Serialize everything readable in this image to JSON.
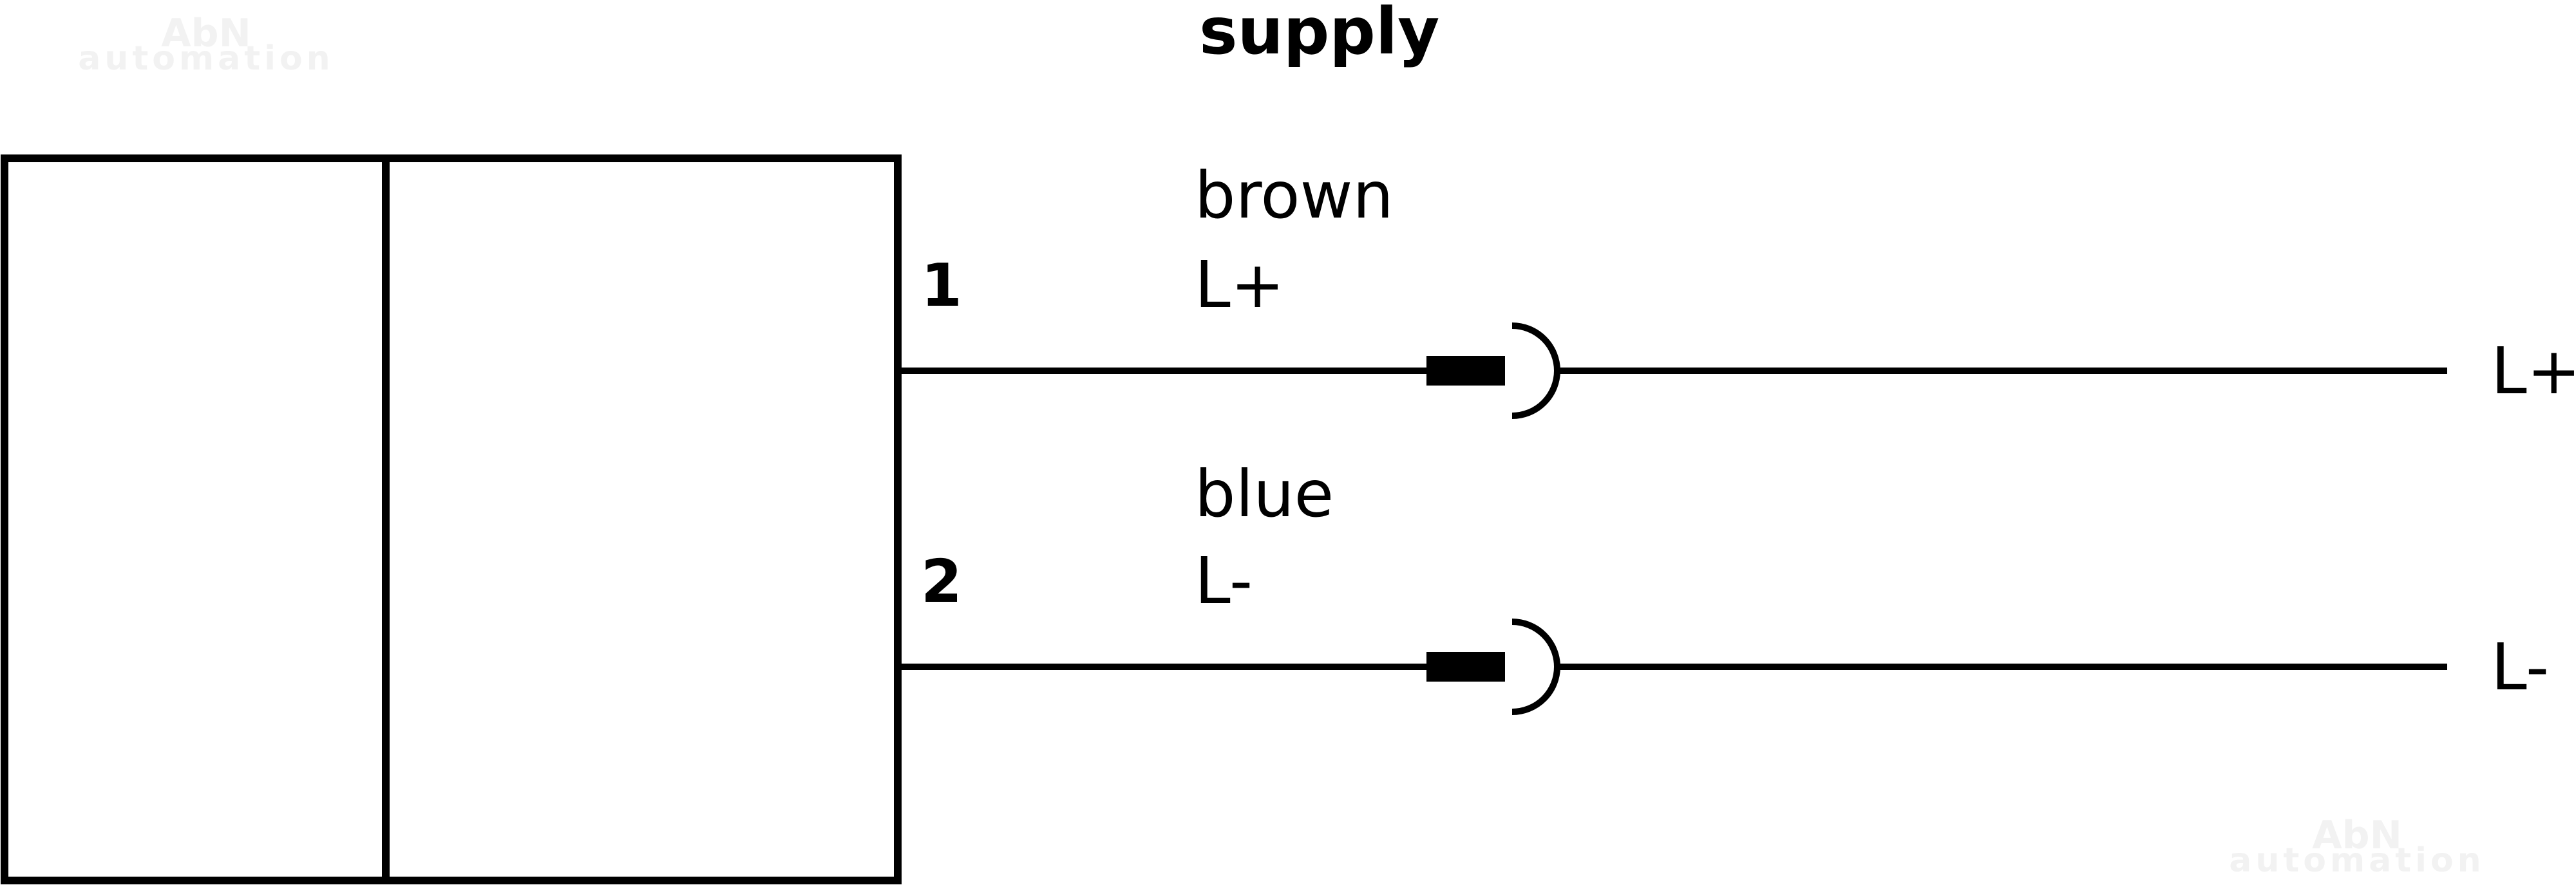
{
  "title": "supply",
  "watermark": {
    "line1": "AbN",
    "line2": "automation"
  },
  "pins": [
    {
      "number": "1",
      "color": "brown",
      "signal": "L+",
      "terminal": "L+"
    },
    {
      "number": "2",
      "color": "blue",
      "signal": "L-",
      "terminal": "L-"
    }
  ],
  "colors": {
    "stroke": "#000000",
    "background": "#ffffff",
    "watermark": "#f2f2f2"
  }
}
